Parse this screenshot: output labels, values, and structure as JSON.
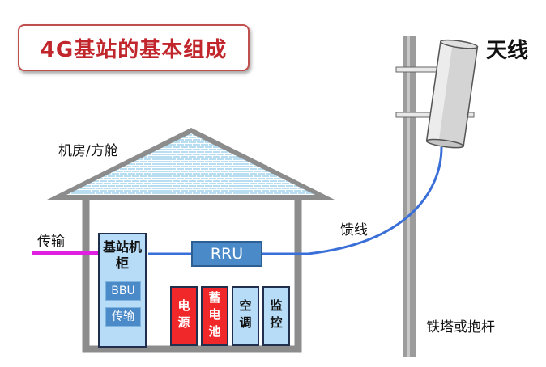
{
  "title": "4G基站的基本组成",
  "labels": {
    "room": "机房/方舱",
    "transmission": "传输",
    "feeder": "馈线",
    "antenna": "天线",
    "tower": "铁塔或抱杆"
  },
  "cabinet": {
    "title": "基站机柜",
    "modules": [
      "BBU",
      "传输"
    ]
  },
  "rru": "RRU",
  "equipment": [
    {
      "label": "电源",
      "color": "#f0282a"
    },
    {
      "label": "蓄电池",
      "color": "#f0282a"
    },
    {
      "label": "空调",
      "color": "#b7dcf7"
    },
    {
      "label": "监控",
      "color": "#b7dcf7"
    }
  ],
  "colors": {
    "title_text": "#c0262c",
    "title_border": "#c0504d",
    "transmission_line": "#e020e0",
    "fiber_line": "#3a6fd8",
    "roof_fill": "#b9def2",
    "wall": "#8c8c8c"
  }
}
